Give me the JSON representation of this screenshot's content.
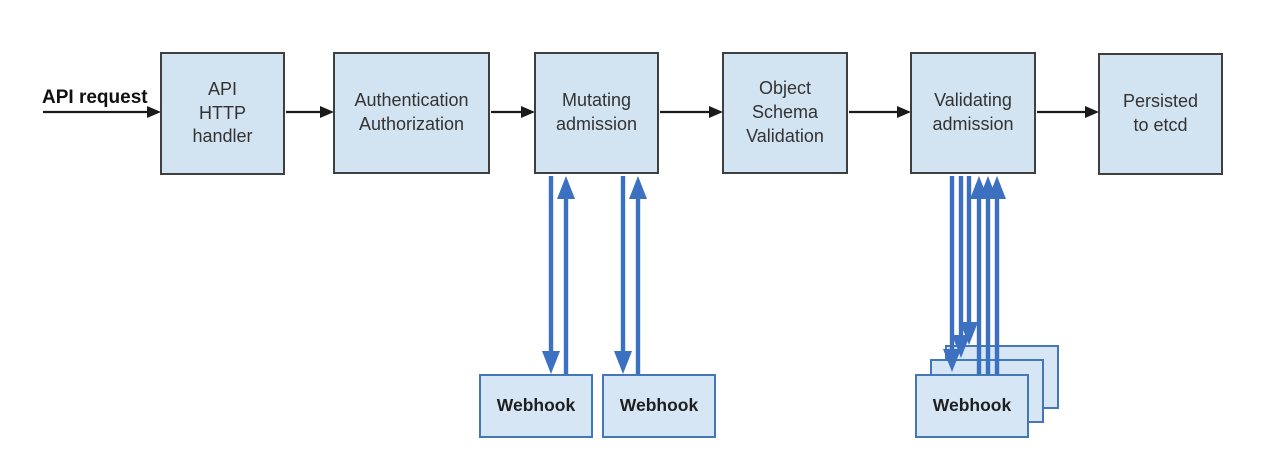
{
  "diagram": {
    "request_label": "API request",
    "nodes": [
      {
        "id": "api-http-handler",
        "label": "API\nHTTP\nhandler"
      },
      {
        "id": "authentication-authorization",
        "label": "Authentication\nAuthorization"
      },
      {
        "id": "mutating-admission",
        "label": "Mutating\nadmission"
      },
      {
        "id": "object-schema-validation",
        "label": "Object\nSchema\nValidation"
      },
      {
        "id": "validating-admission",
        "label": "Validating\nadmission"
      },
      {
        "id": "persisted-to-etcd",
        "label": "Persisted\nto etcd"
      }
    ],
    "webhooks": {
      "mutating": [
        {
          "label": "Webhook"
        },
        {
          "label": "Webhook"
        }
      ],
      "validating": [
        {
          "label": "Webhook"
        },
        {
          "label": "Webhook"
        },
        {
          "label": "Webhook"
        }
      ]
    },
    "colors": {
      "box_fill": "#d2e3f1",
      "box_border": "#3f3f3f",
      "webhook_fill": "#d6e6f4",
      "webhook_border": "#4377b8",
      "flow_arrow": "#1a1a1a",
      "webhook_arrow": "#3c70c0",
      "text": "#333333"
    }
  }
}
